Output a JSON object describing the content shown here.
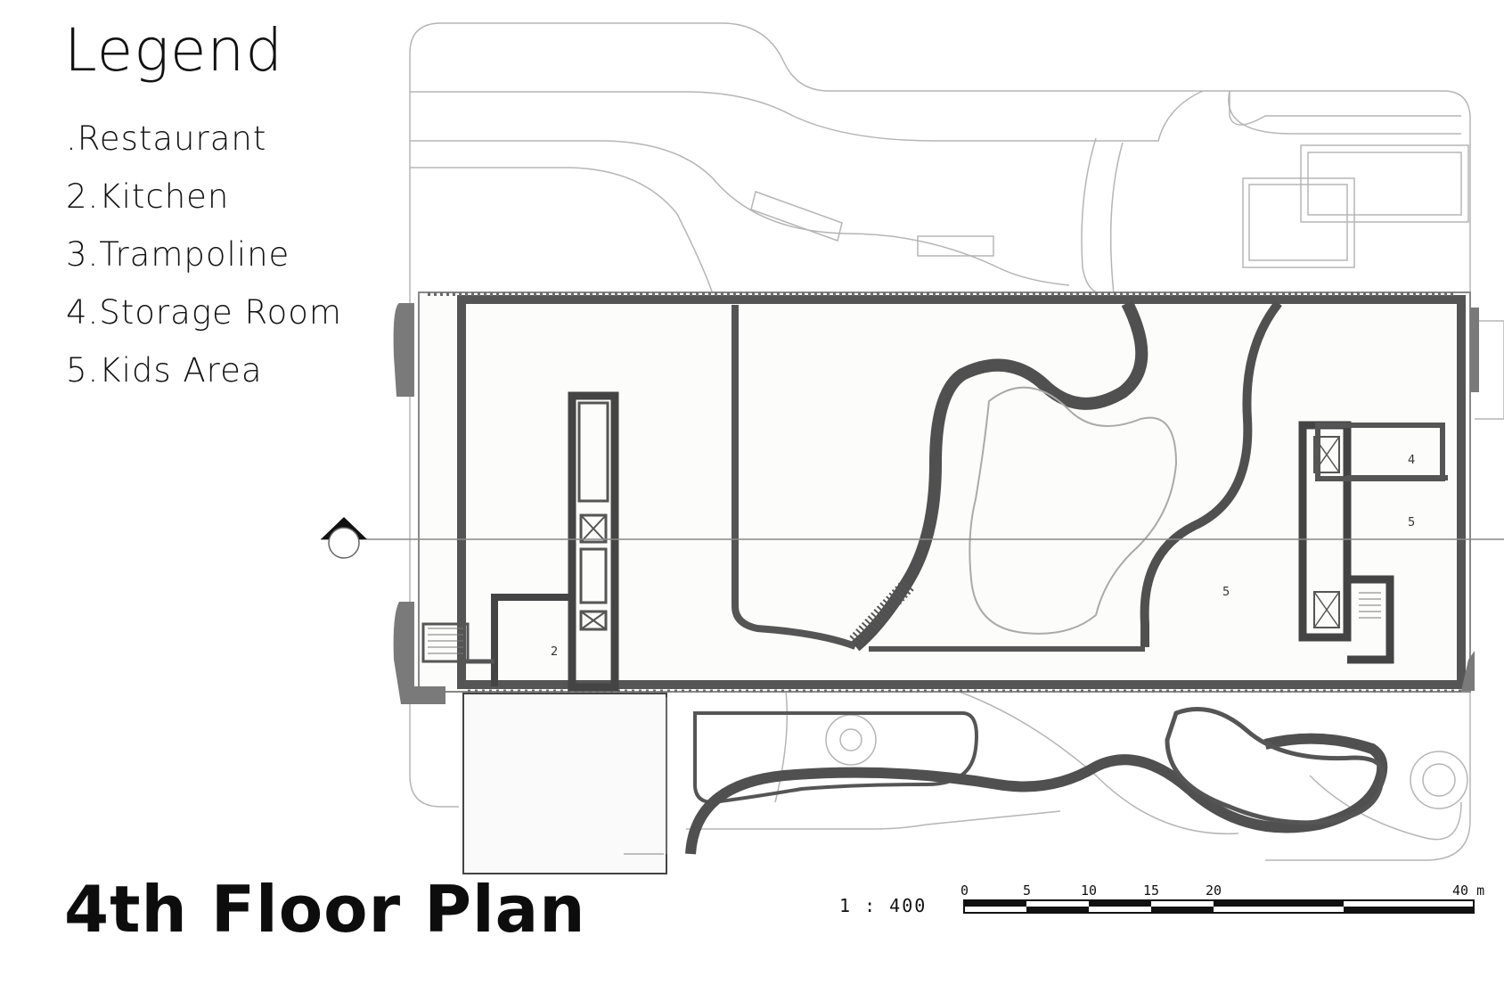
{
  "legend": {
    "title": "Legend",
    "items": [
      ".Restaurant",
      "2.Kitchen",
      "3.Trampoline",
      "4.Storage Room",
      "5.Kids Area"
    ]
  },
  "plan_title": "4th Floor Plan",
  "scale": {
    "ratio": "1 : 400",
    "ticks": [
      "0",
      "5",
      "10",
      "15",
      "20",
      "40 m"
    ]
  },
  "room_labels": [
    "4",
    "5",
    "5",
    "2"
  ],
  "colors": {
    "wall": "#555555",
    "wall_dark": "#444444",
    "site_line": "#b5b5b5",
    "floor": "#fcfcfa"
  }
}
